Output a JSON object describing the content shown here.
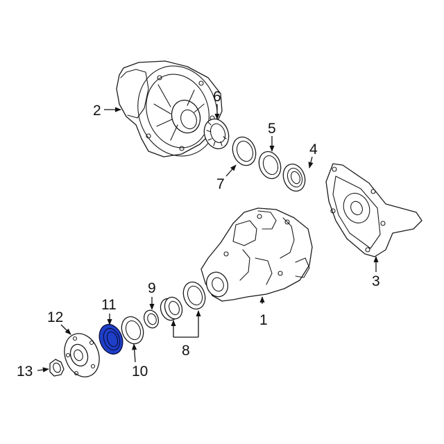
{
  "diagram": {
    "highlight_color": "#1e3fc8",
    "callouts": [
      {
        "id": "1",
        "label": "1"
      },
      {
        "id": "2",
        "label": "2"
      },
      {
        "id": "3",
        "label": "3"
      },
      {
        "id": "4",
        "label": "4"
      },
      {
        "id": "5",
        "label": "5"
      },
      {
        "id": "6",
        "label": "6"
      },
      {
        "id": "7",
        "label": "7"
      },
      {
        "id": "8",
        "label": "8"
      },
      {
        "id": "9",
        "label": "9"
      },
      {
        "id": "10",
        "label": "10"
      },
      {
        "id": "11",
        "label": "11",
        "highlighted": true
      },
      {
        "id": "12",
        "label": "12"
      },
      {
        "id": "13",
        "label": "13"
      }
    ]
  }
}
